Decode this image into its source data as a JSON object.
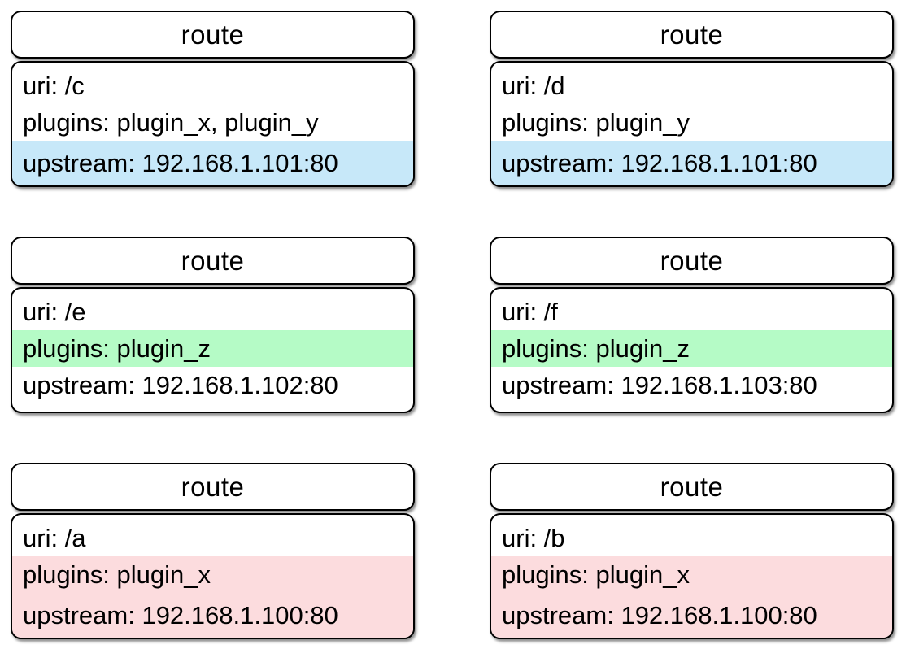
{
  "highlight_colors": {
    "blue": "#c7e8f9",
    "green": "#b5fbc6",
    "pink": "#fcdcde"
  },
  "cards": [
    {
      "title": "route",
      "lines": [
        {
          "text": "uri: /c",
          "highlight": "none"
        },
        {
          "text": "plugins: plugin_x, plugin_y",
          "highlight": "none"
        },
        {
          "text": "upstream: 192.168.1.101:80",
          "highlight": "blue"
        }
      ]
    },
    {
      "title": "route",
      "lines": [
        {
          "text": "uri: /d",
          "highlight": "none"
        },
        {
          "text": "plugins: plugin_y",
          "highlight": "none"
        },
        {
          "text": "upstream: 192.168.1.101:80",
          "highlight": "blue"
        }
      ]
    },
    {
      "title": "route",
      "lines": [
        {
          "text": "uri: /e",
          "highlight": "none"
        },
        {
          "text": "plugins: plugin_z",
          "highlight": "green"
        },
        {
          "text": "upstream: 192.168.1.102:80",
          "highlight": "none"
        }
      ]
    },
    {
      "title": "route",
      "lines": [
        {
          "text": "uri: /f",
          "highlight": "none"
        },
        {
          "text": "plugins: plugin_z",
          "highlight": "green"
        },
        {
          "text": "upstream: 192.168.1.103:80",
          "highlight": "none"
        }
      ]
    },
    {
      "title": "route",
      "lines": [
        {
          "text": "uri: /a",
          "highlight": "none"
        },
        {
          "text": "plugins: plugin_x",
          "highlight": "pink"
        },
        {
          "text": "upstream: 192.168.1.100:80",
          "highlight": "pink"
        }
      ]
    },
    {
      "title": "route",
      "lines": [
        {
          "text": "uri: /b",
          "highlight": "none"
        },
        {
          "text": "plugins: plugin_x",
          "highlight": "pink"
        },
        {
          "text": "upstream: 192.168.1.100:80",
          "highlight": "pink"
        }
      ]
    }
  ]
}
